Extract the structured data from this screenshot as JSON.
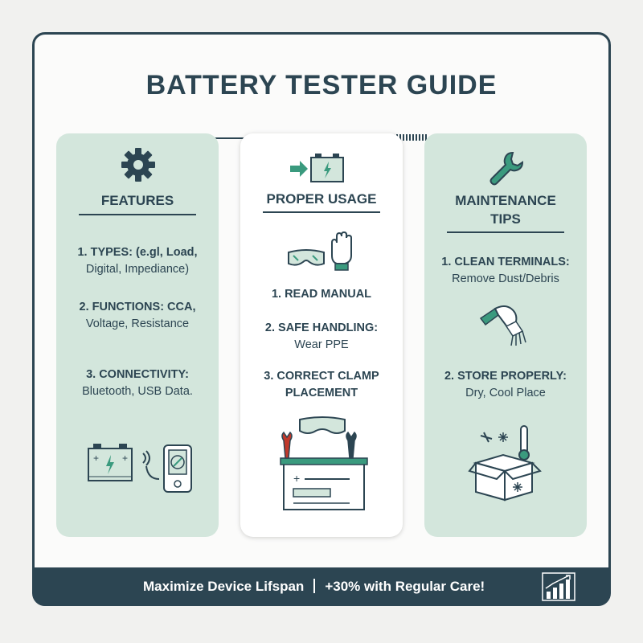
{
  "title": "BATTERY TESTER GUIDE",
  "features": {
    "title": "FEATURES",
    "items": [
      {
        "line1": "1. TYPES: (e.gl, Load,",
        "line2": "Digital, Impediance)"
      },
      {
        "line1": "2. FUNCTIONS: CCA,",
        "line2": "Voltage, Resistance"
      },
      {
        "line1": "3. CONNECTIVITY:",
        "line2": "Bluetooth, USB Data."
      }
    ]
  },
  "usage": {
    "title": "PROPER USAGE",
    "items": [
      {
        "line1": "1. READ MANUAL",
        "line2": ""
      },
      {
        "line1": "2. SAFE HANDLING:",
        "line2": "Wear PPE"
      },
      {
        "line1": "3. CORRECT CLAMP",
        "line2": "PLACEMENT"
      }
    ]
  },
  "maintenance": {
    "title_line1": "MAINTENANCE",
    "title_line2": "TIPS",
    "items": [
      {
        "line1": "1. CLEAN TERMINALS:",
        "line2": "Remove Dust/Debris"
      },
      {
        "line1": "2. STORE PROPERLY:",
        "line2": "Dry, Cool Place"
      }
    ]
  },
  "footer": {
    "left": "Maximize Device Lifspan",
    "right": "+30% with Regular Care!"
  },
  "icons": {
    "features": "gear-icon",
    "usage": "battery-charge-icon",
    "maintenance": "wrench-icon"
  },
  "colors": {
    "navy": "#2c4552",
    "accent": "#3a9a7e",
    "card_green": "#d3e6dc",
    "clamp_red": "#c0392b"
  }
}
